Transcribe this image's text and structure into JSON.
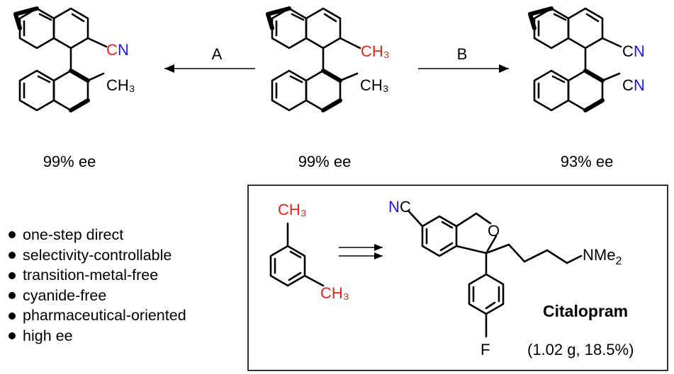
{
  "colors": {
    "methyl": "#e8231b",
    "nitrile_n": "#1b1bd6",
    "text": "#000000"
  },
  "top_row": {
    "left_product": {
      "cn_c": "C",
      "cn_n": "N",
      "methyl": "CH₃",
      "ee": "99% ee"
    },
    "center_start": {
      "methyl_top": "CH₃",
      "methyl_bottom": "CH₃",
      "ee": "99% ee"
    },
    "right_product": {
      "cn_top_c": "C",
      "cn_top_n": "N",
      "cn_bottom_c": "C",
      "cn_bottom_n": "N",
      "ee": "93% ee"
    },
    "arrow_a_label": "A",
    "arrow_b_label": "B"
  },
  "features": [
    "one-step direct",
    "selectivity-controllable",
    "transition-metal-free",
    "cyanide-free",
    "pharmaceutical-oriented",
    "high ee"
  ],
  "box": {
    "xylene_methyl_top": "CH₃",
    "xylene_methyl_bottom": "CH₃",
    "nc_n": "N",
    "nc_c": "C",
    "oxygen": "O",
    "amine_main": "NMe",
    "amine_sub": "2",
    "fluorine": "F",
    "drug_name": "Citalopram",
    "yield": "(1.02 g, 18.5%)"
  }
}
